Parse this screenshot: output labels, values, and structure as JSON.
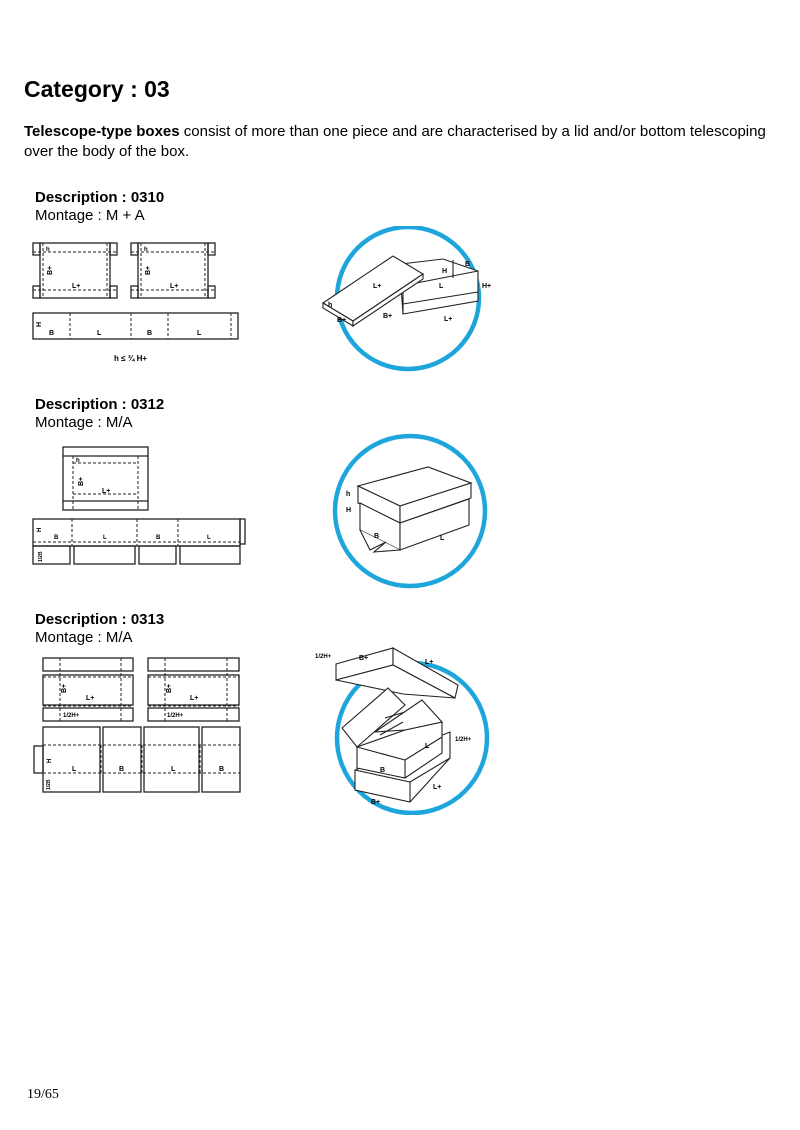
{
  "page": {
    "title": "Category : 03",
    "intro_bold": "Telescope-type boxes",
    "intro_rest": " consist of more than one piece and are characterised by a lid and/or bottom telescoping over the body of the box.",
    "page_number": "19/65"
  },
  "colors": {
    "circle_accent": "#1ea6dc",
    "line": "#222222"
  },
  "sections": [
    {
      "description": "Description : 0310",
      "montage": "Montage : M + A",
      "flat_labels": {
        "h": "h",
        "b_plus": "B+",
        "l_plus": "L+",
        "H": "H",
        "B": "B",
        "L": "L"
      },
      "formula": "h ≤ ¾ H+",
      "iso_labels": {
        "L_plus_lid": "L+",
        "h": "h",
        "B_plus_lid": "B+",
        "B_plus": "B+",
        "H": "H",
        "B": "B",
        "L": "L",
        "H_plus": "H+",
        "L_plus": "L+"
      }
    },
    {
      "description": "Description : 0312",
      "montage": "Montage : M/A",
      "flat_labels": {
        "h": "h",
        "b_plus": "B+",
        "l_plus": "L+",
        "H": "H",
        "B": "B",
        "L": "L",
        "half_B": "1/2B"
      },
      "iso_labels": {
        "h": "h",
        "H": "H",
        "B": "B",
        "L": "L"
      }
    },
    {
      "description": "Description : 0313",
      "montage": "Montage : M/A",
      "flat_labels": {
        "b_plus": "B+",
        "l_plus": "L+",
        "half_h_plus": "1/2H+",
        "H": "H",
        "L": "L",
        "B": "B",
        "half_B": "1/2B"
      },
      "iso_labels": {
        "half_h_plus_top": "1/2H+",
        "B_plus_top": "B+",
        "L_plus_top": "L+",
        "half_h_plus_right": "1/2H+",
        "L": "L",
        "B": "B",
        "L_plus": "L+",
        "B_plus": "B+"
      }
    }
  ]
}
